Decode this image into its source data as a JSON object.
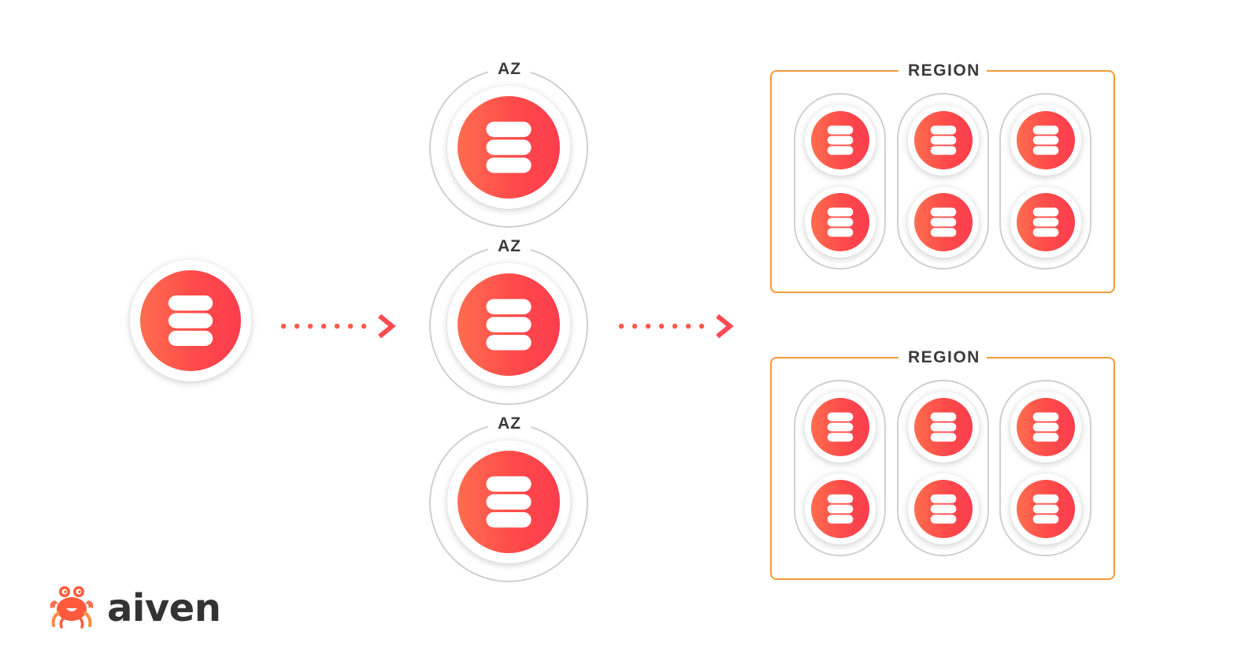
{
  "diagram": {
    "az_labels": [
      "AZ",
      "AZ",
      "AZ"
    ],
    "region_labels": [
      "REGION",
      "REGION"
    ]
  },
  "logo": {
    "wordmark": "aiven",
    "icon": "crab-icon",
    "brand_color": "#ff5a3c"
  },
  "icons": {
    "database": "database-icon",
    "arrow": "dotted-arrow-icon"
  },
  "colors": {
    "db_gradient_start": "#ff6d4f",
    "db_gradient_end": "#fb3d4d",
    "arrow": "#ff5a4a",
    "ring": "#cfcfcf",
    "region_border": "#f79a3b",
    "label_text": "#3a3a3a"
  }
}
